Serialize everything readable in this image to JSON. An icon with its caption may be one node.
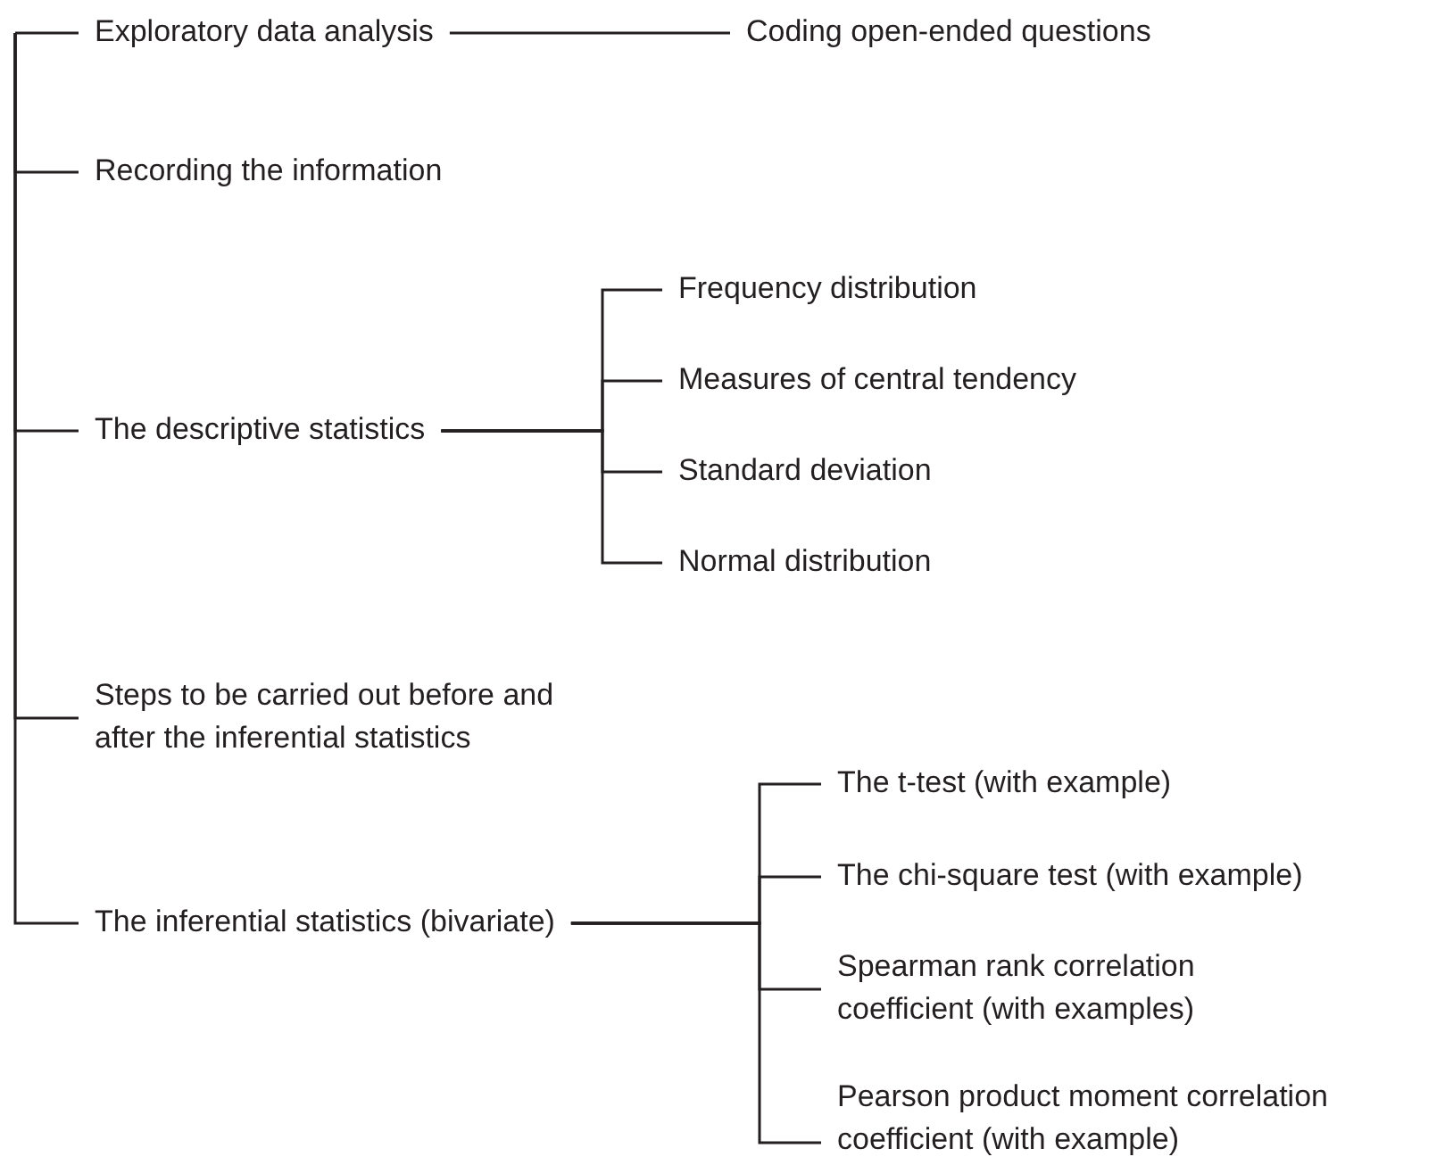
{
  "diagram": {
    "nodes": [
      {
        "text": [
          "Exploratory data analysis"
        ]
      },
      {
        "text": [
          "Coding open-ended questions"
        ]
      },
      {
        "text": [
          "Recording the information"
        ]
      },
      {
        "text": [
          "The descriptive statistics"
        ]
      },
      {
        "text": [
          "Frequency distribution"
        ]
      },
      {
        "text": [
          "Measures of central tendency"
        ]
      },
      {
        "text": [
          "Standard deviation"
        ]
      },
      {
        "text": [
          "Normal distribution"
        ]
      },
      {
        "text": [
          "Steps to be carried out before and after the inferential statistics"
        ]
      },
      {
        "text": [
          "The inferential statistics (bivariate)"
        ]
      },
      {
        "text": [
          "The t-test (with example)"
        ]
      },
      {
        "text": [
          "The chi-square test (with example)"
        ]
      },
      {
        "text": [
          "Spearman rank correlation coefficient (with examples)"
        ]
      },
      {
        "text": [
          "Pearson product moment correlation coefficient (with example)"
        ]
      }
    ],
    "edges": [
      {
        "from": null,
        "to": 0,
        "arrow": "none"
      },
      {
        "from": 0,
        "to": 1,
        "arrow": "none"
      },
      {
        "from": null,
        "to": 2,
        "arrow": "none"
      },
      {
        "from": null,
        "to": 3,
        "arrow": "none"
      },
      {
        "from": 3,
        "to": 4,
        "arrow": "none"
      },
      {
        "from": 3,
        "to": 5,
        "arrow": "none"
      },
      {
        "from": 3,
        "to": 6,
        "arrow": "none"
      },
      {
        "from": 3,
        "to": 7,
        "arrow": "none"
      },
      {
        "from": null,
        "to": 8,
        "arrow": "none"
      },
      {
        "from": null,
        "to": 9,
        "arrow": "none"
      },
      {
        "from": 9,
        "to": 10,
        "arrow": "none"
      },
      {
        "from": 9,
        "to": 11,
        "arrow": "none"
      },
      {
        "from": 9,
        "to": 12,
        "arrow": "none"
      },
      {
        "from": 9,
        "to": 13,
        "arrow": "none"
      }
    ]
  }
}
